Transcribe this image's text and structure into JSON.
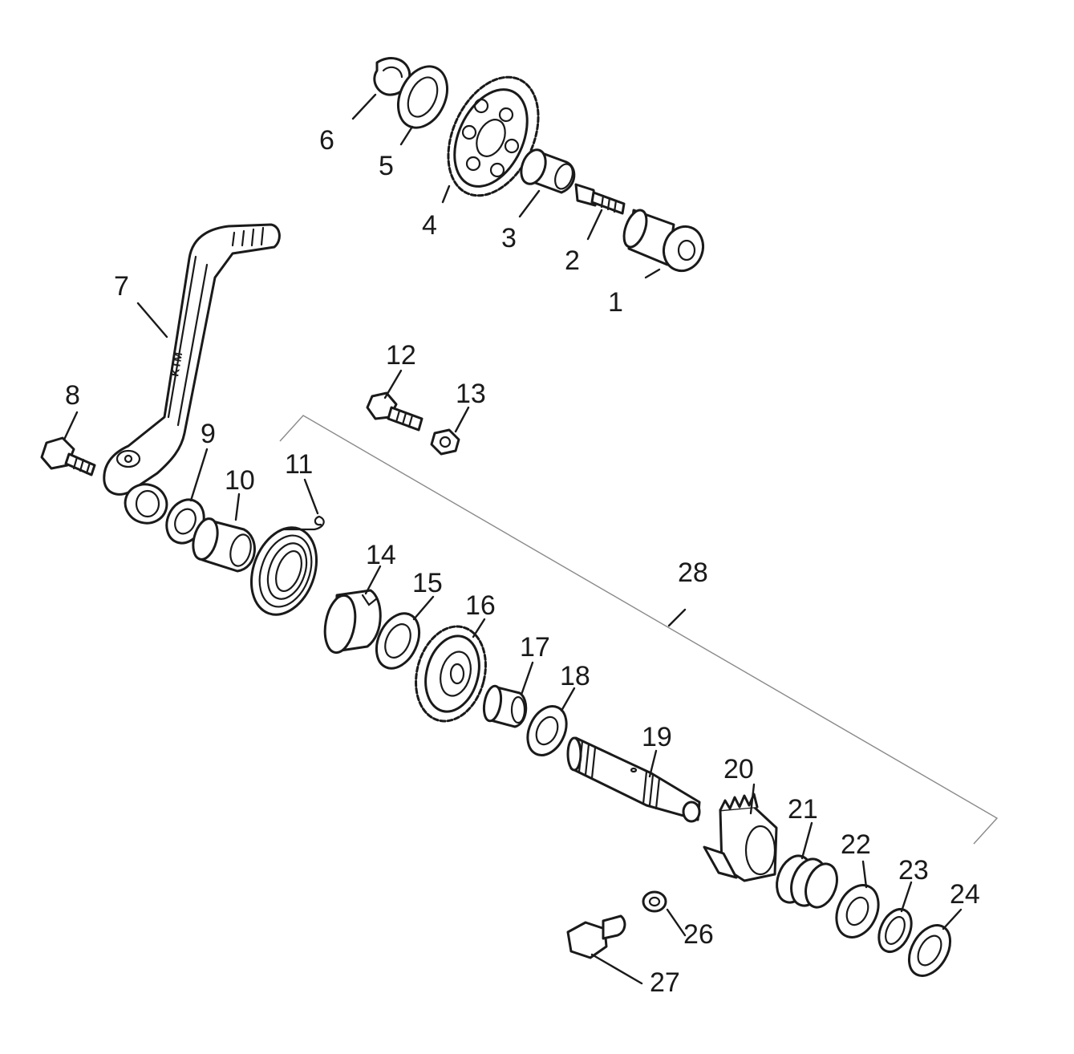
{
  "callouts": {
    "c1": "1",
    "c2": "2",
    "c3": "3",
    "c4": "4",
    "c5": "5",
    "c6": "6",
    "c7": "7",
    "c8": "8",
    "c9": "9",
    "c10": "10",
    "c11": "11",
    "c12": "12",
    "c13": "13",
    "c14": "14",
    "c15": "15",
    "c16": "16",
    "c17": "17",
    "c18": "18",
    "c19": "19",
    "c20": "20",
    "c21": "21",
    "c22": "22",
    "c23": "23",
    "c24": "24",
    "c26": "26",
    "c27": "27",
    "c28": "28"
  },
  "lever_logo": "KTM"
}
